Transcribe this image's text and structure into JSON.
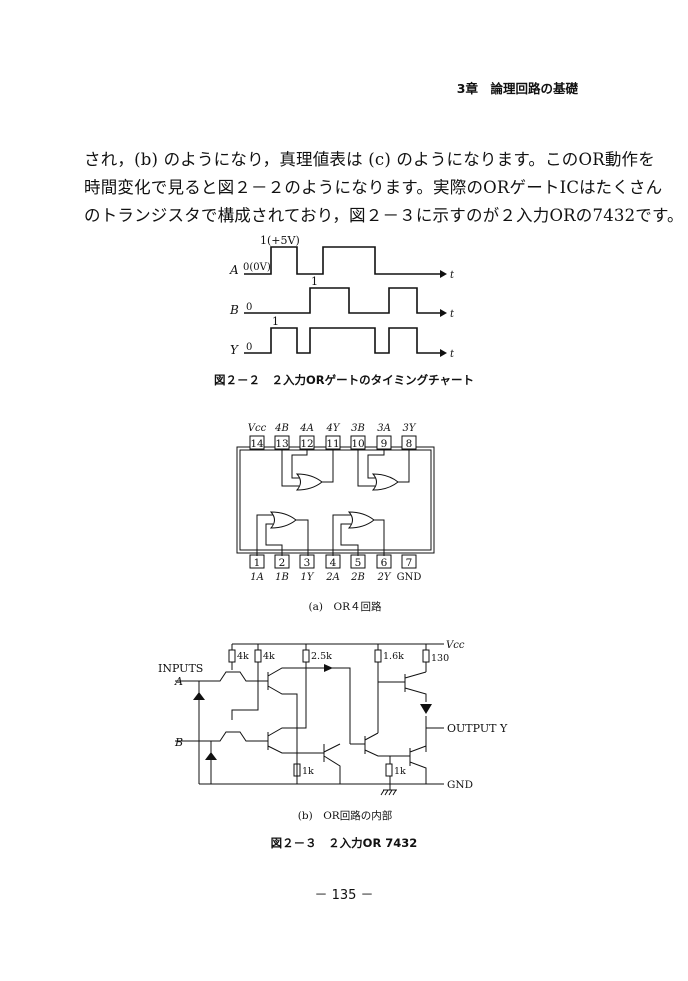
{
  "header": {
    "chapter": "3章　論理回路の基礎"
  },
  "body": {
    "lines": [
      "され，(b) のようになり，真理値表は (c) のようになります。このOR動作を",
      "時間変化で見ると図２－２のようになります。実際のORゲートICはたくさん",
      "のトランジスタで構成されており，図２－３に示すのが２入力ORの7432です。"
    ]
  },
  "figure_2_2": {
    "caption": "図２－２　２入力ORゲートのタイミングチャート",
    "signals": [
      {
        "name": "A",
        "low_label": "0(0V)",
        "high_label": "1(+5V)"
      },
      {
        "name": "B",
        "low_label": "0",
        "high_label": "1"
      },
      {
        "name": "Y",
        "low_label": "0",
        "high_label": "1"
      }
    ],
    "time_label": "t"
  },
  "figure_2_3": {
    "caption": "図２－３　２入力OR 7432",
    "a": {
      "caption": "(a)　OR４回路",
      "top_pins": [
        {
          "num": "14",
          "label": "Vcc"
        },
        {
          "num": "13",
          "label": "4B"
        },
        {
          "num": "12",
          "label": "4A"
        },
        {
          "num": "11",
          "label": "4Y"
        },
        {
          "num": "10",
          "label": "3B"
        },
        {
          "num": "9",
          "label": "3A"
        },
        {
          "num": "8",
          "label": "3Y"
        }
      ],
      "bottom_pins": [
        {
          "num": "1",
          "label": "1A"
        },
        {
          "num": "2",
          "label": "1B"
        },
        {
          "num": "3",
          "label": "1Y"
        },
        {
          "num": "4",
          "label": "2A"
        },
        {
          "num": "5",
          "label": "2B"
        },
        {
          "num": "6",
          "label": "2Y"
        },
        {
          "num": "7",
          "label": "GND"
        }
      ]
    },
    "b": {
      "caption": "(b)　OR回路の内部",
      "inputs": "INPUTS",
      "input_a": "A",
      "input_b": "B",
      "vcc": "Vcc",
      "gnd": "GND",
      "output": "OUTPUT Y",
      "resistors": [
        "4k",
        "4k",
        "2.5k",
        "1.6k",
        "130",
        "1k",
        "1k"
      ]
    }
  },
  "footer": {
    "page_number": "－ 135 －"
  }
}
